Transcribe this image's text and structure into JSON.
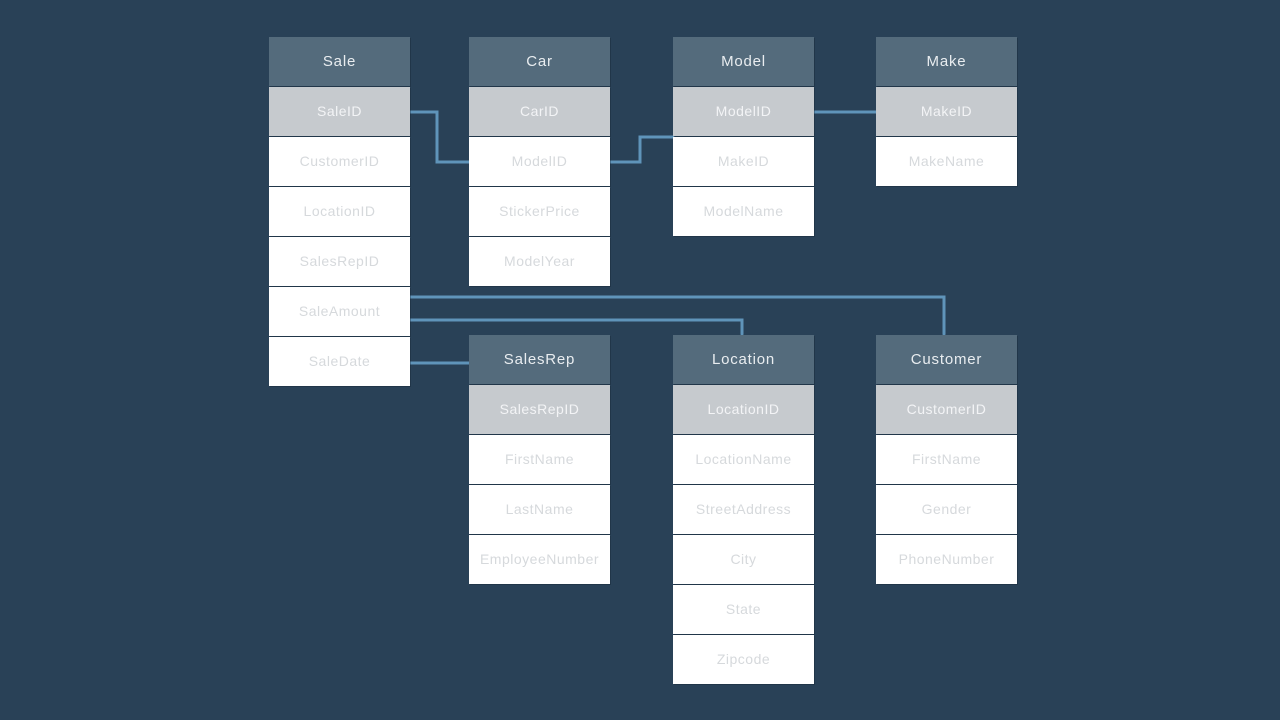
{
  "diagram": {
    "background_color": "#294157",
    "connector_color": "#5f94ba",
    "table_header_color": "#546b7c",
    "primary_key_row_color": "#c6cace",
    "tables": [
      {
        "title": "Sale",
        "primary_key": "SaleID",
        "fields": [
          "SaleID",
          "CustomerID",
          "LocationID",
          "SalesRepID",
          "SaleAmount",
          "SaleDate"
        ]
      },
      {
        "title": "Car",
        "primary_key": "CarID",
        "fields": [
          "CarID",
          "ModelID",
          "StickerPrice",
          "ModelYear"
        ]
      },
      {
        "title": "Model",
        "primary_key": "ModelID",
        "fields": [
          "ModelID",
          "MakeID",
          "ModelName"
        ]
      },
      {
        "title": "Make",
        "primary_key": "MakeID",
        "fields": [
          "MakeID",
          "MakeName"
        ]
      },
      {
        "title": "SalesRep",
        "primary_key": "SalesRepID",
        "fields": [
          "SalesRepID",
          "FirstName",
          "LastName",
          "EmployeeNumber"
        ]
      },
      {
        "title": "Location",
        "primary_key": "LocationID",
        "fields": [
          "LocationID",
          "LocationName",
          "StreetAddress",
          "City",
          "State",
          "Zipcode"
        ]
      },
      {
        "title": "Customer",
        "primary_key": "CustomerID",
        "fields": [
          "CustomerID",
          "FirstName",
          "Gender",
          "PhoneNumber"
        ]
      }
    ],
    "connections": [
      {
        "from": "Sale.SaleID",
        "to": "Car.ModelID"
      },
      {
        "from": "Car.ModelID",
        "to": "Model.ModelID"
      },
      {
        "from": "Model.ModelID",
        "to": "Make.MakeID"
      },
      {
        "from": "Sale",
        "to": "Customer"
      },
      {
        "from": "Sale",
        "to": "Location"
      },
      {
        "from": "Sale.SaleDate",
        "to": "SalesRep"
      }
    ]
  }
}
